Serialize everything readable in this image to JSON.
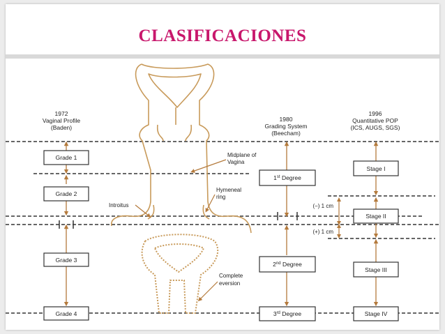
{
  "slide": {
    "title": "CLASIFICACIONES"
  },
  "colors": {
    "title": "#c8176c",
    "anatomy": "#c89a5a",
    "arrow": "#b47a3c",
    "line": "#333333"
  },
  "baden": {
    "year": "1972",
    "name_1": "Vaginal Profile",
    "name_2": "(Baden)",
    "grades": [
      "Grade 1",
      "Grade 2",
      "Grade 3",
      "Grade 4"
    ]
  },
  "beecham": {
    "year": "1980",
    "name_1": "Grading System",
    "name_2": "(Beecham)",
    "degrees": [
      {
        "num": "1",
        "sup": "st",
        "label": " Degree"
      },
      {
        "num": "2",
        "sup": "nd",
        "label": " Degree"
      },
      {
        "num": "3",
        "sup": "rd",
        "label": " Degree"
      }
    ]
  },
  "pop": {
    "year": "1996",
    "name_1": "Quantitative POP",
    "name_2": "(ICS, AUGS, SGS)",
    "stages": [
      "Stage I",
      "Stage II",
      "Stage III",
      "Stage IV"
    ],
    "minus_label": "(−) 1 cm",
    "plus_label": "(+) 1 cm"
  },
  "labels": {
    "midplane_1": "Midplane of",
    "midplane_2": "Vagina",
    "hymeneal_1": "Hymeneal",
    "hymeneal_2": "ring",
    "introitus": "Introitus",
    "eversion_1": "Complete",
    "eversion_2": "eversion"
  }
}
